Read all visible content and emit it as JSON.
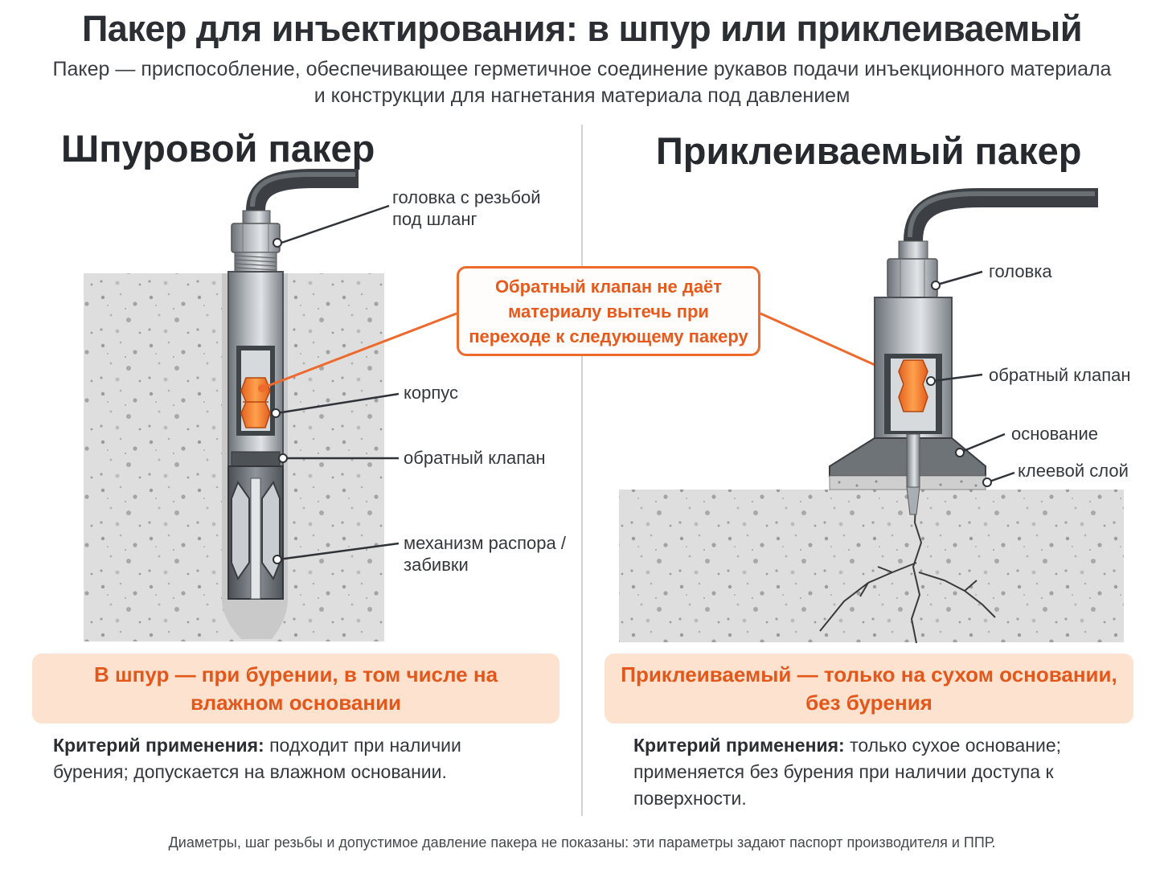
{
  "header": {
    "title": "Пакер для инъектирования: в шпур или приклеиваемый",
    "subtitle": "Пакер — приспособление, обеспечивающее герметичное соединение рукавов подачи инъекционного материала и конструкции для нагнетания материала под давлением"
  },
  "callout": {
    "text": "Обратный клапан не даёт материалу вытечь при переходе к следующему пакеру"
  },
  "left": {
    "title": "Шпуровой пакер",
    "labels": {
      "head": "головка с резьбой\nпод шланг",
      "body": "корпус",
      "valve": "обратный клапан",
      "mechanism": "механизм распора /\nзабивки"
    },
    "banner": "В шпур — при бурении, в том числе на влажном основании",
    "criteria_label": "Критерий применения:",
    "criteria_text": " подходит при наличии бурения; допускается на влажном основании."
  },
  "right": {
    "title": "Приклеиваемый пакер",
    "labels": {
      "head": "головка",
      "valve": "обратный клапан",
      "base": "основание",
      "glue": "клеевой слой"
    },
    "banner": "Приклеиваемый — только на сухом основании, без бурения",
    "criteria_label": "Критерий применения:",
    "criteria_text": " только сухое основание; применяется без бурения при наличии доступа к поверхности."
  },
  "footnote": "Диаметры, шаг резьбы и допустимое давление пакера не показаны: эти параметры задают паспорт производителя и ППР.",
  "colors": {
    "accent": "#ee6a2c",
    "banner_bg": "#fde3cf",
    "concrete": "#dcdcdc",
    "metal": "#8a9096"
  }
}
